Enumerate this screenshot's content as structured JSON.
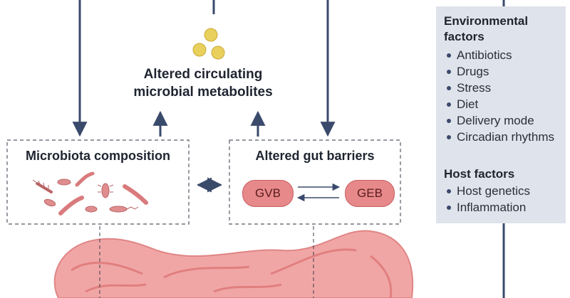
{
  "metabolites": {
    "line1": "Altered circulating",
    "line2": "microbial metabolites"
  },
  "microbiota": {
    "title": "Microbiota composition"
  },
  "barriers": {
    "title": "Altered gut barriers",
    "gvb": "GVB",
    "geb": "GEB"
  },
  "side_panel": {
    "environmental_heading": "Environmental factors",
    "environmental_items": [
      "Antibiotics",
      "Drugs",
      "Stress",
      "Diet",
      "Delivery mode",
      "Circadian rhythms"
    ],
    "host_heading": "Host factors",
    "host_items": [
      "Host genetics",
      "Inflammation"
    ]
  },
  "colors": {
    "arrow": "#3a4a6b",
    "metabolite": "#e9cf5c",
    "tissue": "#f1a6a6",
    "panel": "#dfe3eb",
    "microbe": "#e08d8f"
  }
}
